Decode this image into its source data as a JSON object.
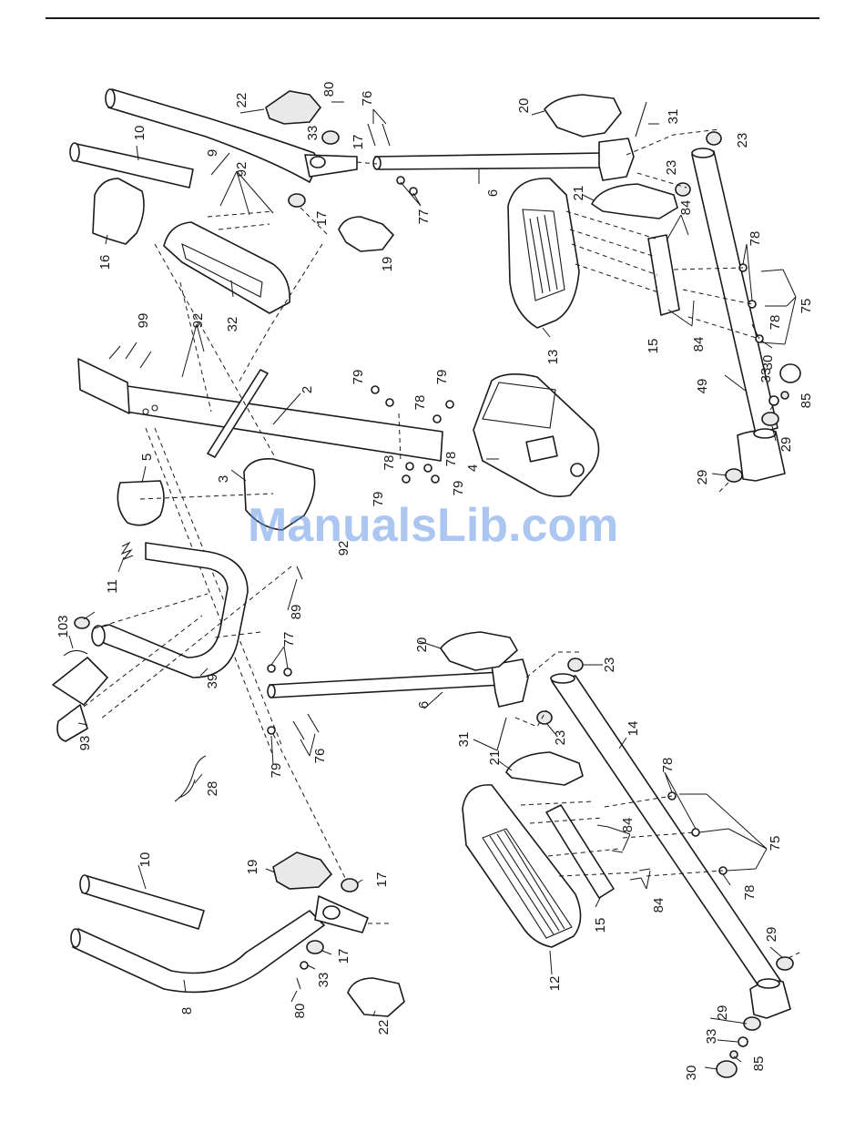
{
  "watermark": "ManualsLib.com",
  "callouts": {
    "c2": "2",
    "c3": "3",
    "c4": "4",
    "c5": "5",
    "c6a": "6",
    "c6b": "6",
    "c8": "8",
    "c9": "9",
    "c10a": "10",
    "c10b": "10",
    "c11": "11",
    "c12": "12",
    "c13": "13",
    "c14": "14",
    "c15a": "15",
    "c15b": "15",
    "c16": "16",
    "c17a": "17",
    "c17b": "17",
    "c17c": "17",
    "c17d": "17",
    "c19a": "19",
    "c19b": "19",
    "c20a": "20",
    "c20b": "20",
    "c21a": "21",
    "c21b": "21",
    "c22a": "22",
    "c22b": "22",
    "c23a": "23",
    "c23b": "23",
    "c23c": "23",
    "c23d": "23",
    "c28": "28",
    "c29a": "29",
    "c29b": "29",
    "c29c": "29",
    "c29d": "29",
    "c30a": "30",
    "c30b": "30",
    "c31a": "31",
    "c31b": "31",
    "c32": "32",
    "c33a": "33",
    "c33b": "33",
    "c33c": "33",
    "c33d": "33",
    "c39": "39",
    "c49": "49",
    "c75a": "75",
    "c75b": "75",
    "c76a": "76",
    "c76b": "76",
    "c77a": "77",
    "c77b": "77",
    "c78a": "78",
    "c78b": "78",
    "c78c": "78",
    "c78d": "78",
    "c78e": "78",
    "c78f": "78",
    "c78g": "78",
    "c79a": "79",
    "c79b": "79",
    "c79c": "79",
    "c79d": "79",
    "c79e": "79",
    "c80a": "80",
    "c80b": "80",
    "c84a": "84",
    "c84b": "84",
    "c84c": "84",
    "c84d": "84",
    "c85a": "85",
    "c85b": "85",
    "c89": "89",
    "c92a": "92",
    "c92b": "92",
    "c92c": "92",
    "c93": "93",
    "c99": "99",
    "c103": "103"
  }
}
